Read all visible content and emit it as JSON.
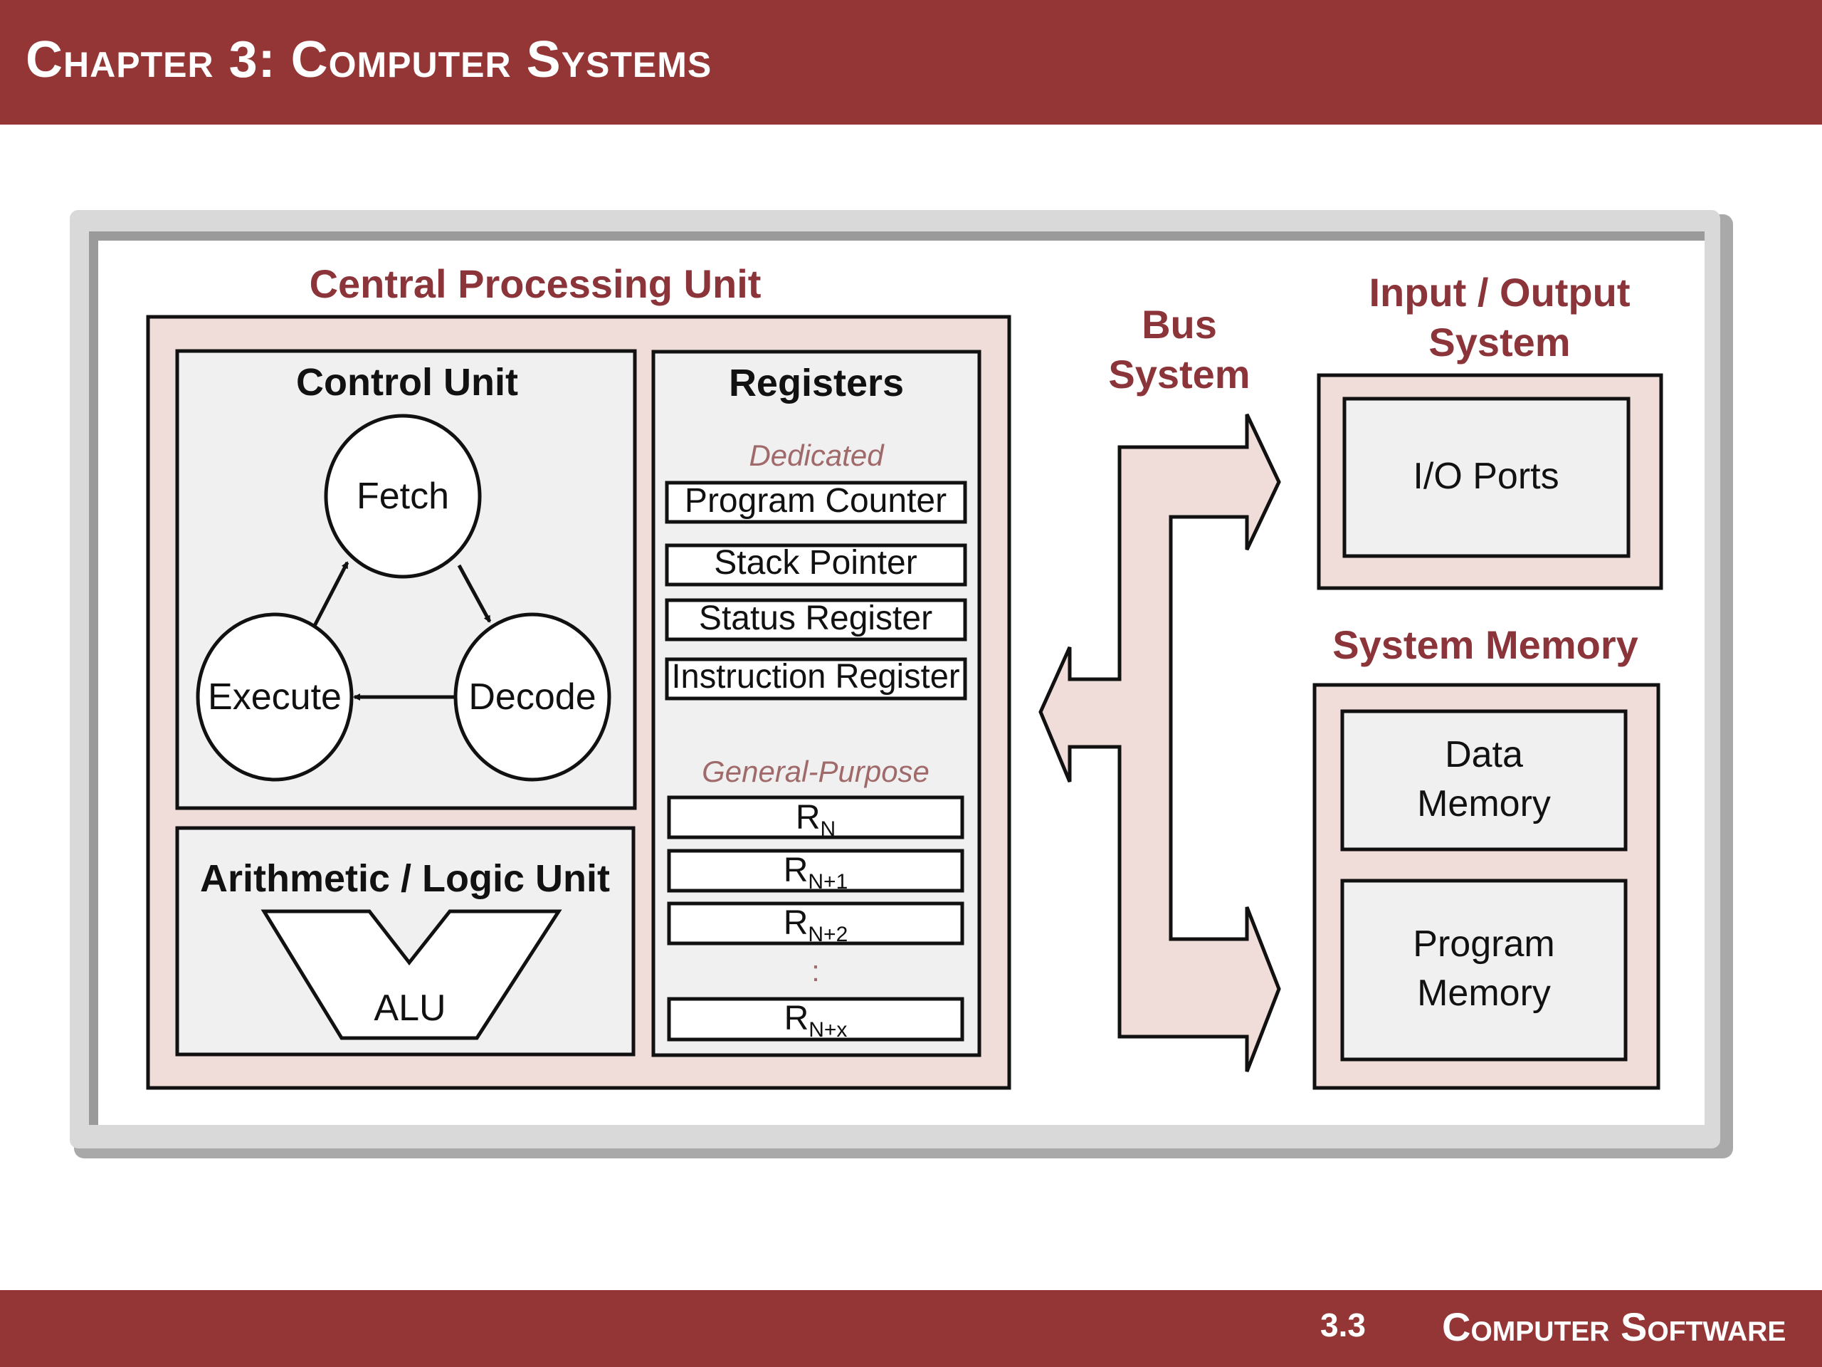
{
  "header": {
    "title": "Chapter 3: Computer Systems"
  },
  "footer": {
    "section_number": "3.3",
    "section_title": "Computer Software"
  },
  "colors": {
    "brand_red": "#943636",
    "section_title": "#8b3439",
    "pink_fill": "#f0dcd8",
    "panel_fill": "#f0f0f0",
    "subheading": "#a06a6a"
  },
  "diagram": {
    "cpu": {
      "title": "Central Processing Unit",
      "control_unit": {
        "title": "Control Unit",
        "stages": [
          "Fetch",
          "Decode",
          "Execute"
        ]
      },
      "alu": {
        "title": "Arithmetic / Logic Unit",
        "symbol_label": "ALU"
      },
      "registers": {
        "title": "Registers",
        "dedicated_label": "Dedicated",
        "dedicated": [
          "Program Counter",
          "Stack Pointer",
          "Status Register",
          "Instruction Register"
        ],
        "general_label": "General-Purpose",
        "general": [
          {
            "base": "R",
            "sub": "N"
          },
          {
            "base": "R",
            "sub": "N+1"
          },
          {
            "base": "R",
            "sub": "N+2"
          },
          {
            "base": "R",
            "sub": "N+x"
          }
        ],
        "ellipsis": ":"
      }
    },
    "bus": {
      "title_line1": "Bus",
      "title_line2": "System"
    },
    "io": {
      "title_line1": "Input / Output",
      "title_line2": "System",
      "ports_label": "I/O Ports"
    },
    "memory": {
      "title": "System Memory",
      "data_line1": "Data",
      "data_line2": "Memory",
      "program_line1": "Program",
      "program_line2": "Memory"
    }
  }
}
